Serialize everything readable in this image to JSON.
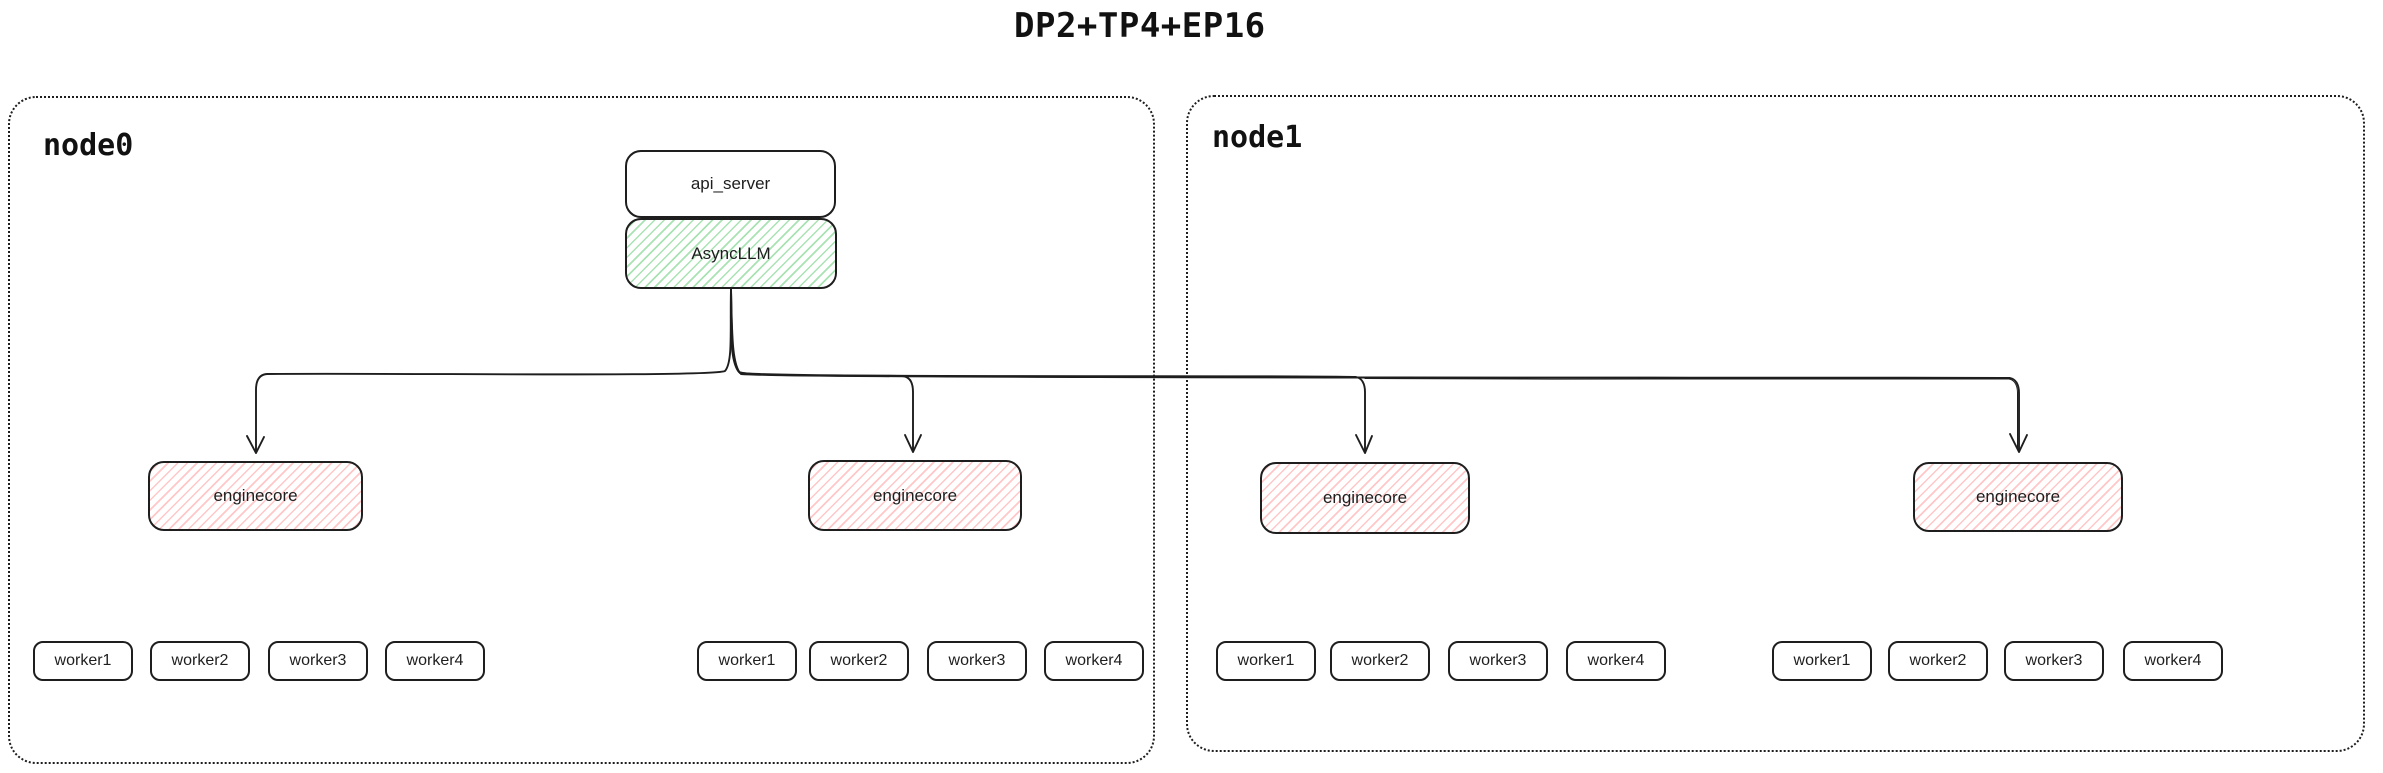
{
  "title": "DP2+TP4+EP16",
  "nodes": [
    {
      "label": "node0",
      "stack": {
        "api_server": "api_server",
        "async_llm": "AsyncLLM"
      },
      "enginecores": [
        {
          "label": "enginecore",
          "workers": [
            "worker1",
            "worker2",
            "worker3",
            "worker4"
          ]
        },
        {
          "label": "enginecore",
          "workers": [
            "worker1",
            "worker2",
            "worker3",
            "worker4"
          ]
        }
      ]
    },
    {
      "label": "node1",
      "enginecores": [
        {
          "label": "enginecore",
          "workers": [
            "worker1",
            "worker2",
            "worker3",
            "worker4"
          ]
        },
        {
          "label": "enginecore",
          "workers": [
            "worker1",
            "worker2",
            "worker3",
            "worker4"
          ]
        }
      ]
    }
  ],
  "colors": {
    "stroke": "#1e1e1e",
    "async_llm_fill": "#40c057",
    "enginecore_fill": "#ff6b6b",
    "background": "#ffffff"
  }
}
